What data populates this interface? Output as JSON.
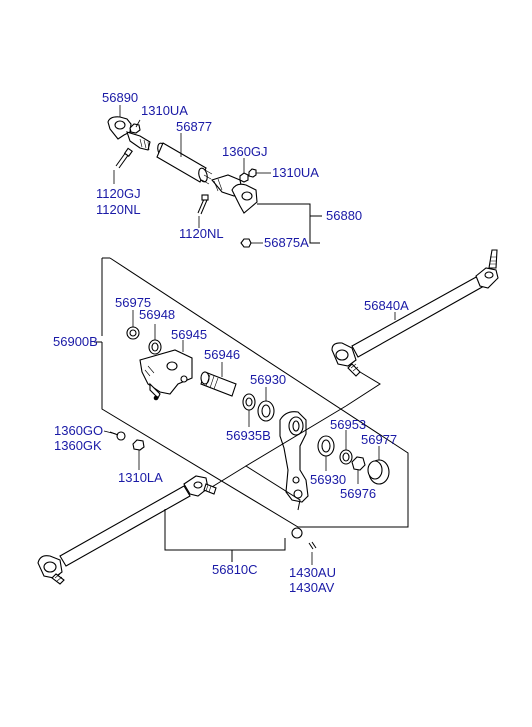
{
  "diagram": {
    "line_color": "#000000",
    "label_color": "#1a1aa6",
    "background": "#ffffff",
    "labels": {
      "p56890": "56890",
      "p1310UA_top": "1310UA",
      "p56877": "56877",
      "p1360GJ": "1360GJ",
      "p1310UA_right": "1310UA",
      "p1120GJ": "1120GJ",
      "p1120NL_left": "1120NL",
      "p1120NL_mid": "1120NL",
      "p56880": "56880",
      "p56875A": "56875A",
      "p56840A": "56840A",
      "p56975": "56975",
      "p56948": "56948",
      "p56900B": "56900B",
      "p56945": "56945",
      "p56946": "56946",
      "p56930_upper": "56930",
      "p56935B": "56935B",
      "p56953": "56953",
      "p56977": "56977",
      "p1360GO": "1360GO",
      "p1360GK": "1360GK",
      "p1310LA": "1310LA",
      "p56930_lower": "56930",
      "p56976": "56976",
      "p56810C": "56810C",
      "p1430AU": "1430AU",
      "p1430AV": "1430AV"
    }
  }
}
